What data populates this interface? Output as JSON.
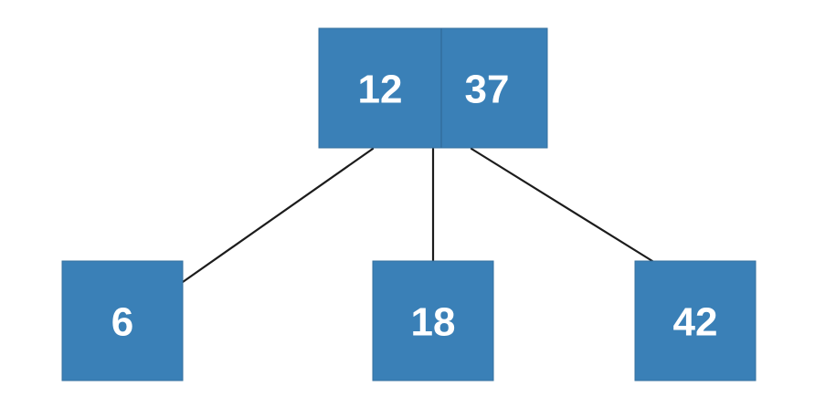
{
  "diagram": {
    "type": "b-tree",
    "colors": {
      "node_fill": "#3a80b7",
      "key_text": "#ffffff",
      "edge": "#1c1c1c",
      "background": "#ffffff"
    },
    "root": {
      "keys": [
        "12",
        "37"
      ],
      "children": [
        {
          "keys": [
            "6"
          ]
        },
        {
          "keys": [
            "18"
          ]
        },
        {
          "keys": [
            "42"
          ]
        }
      ]
    }
  }
}
